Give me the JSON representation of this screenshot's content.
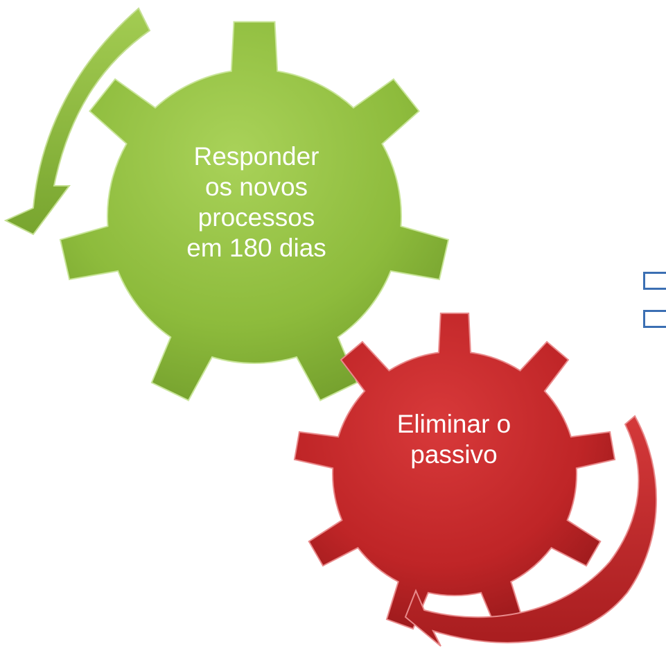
{
  "diagram": {
    "gears": [
      {
        "id": "green",
        "label_lines": [
          "Responder",
          "os novos",
          "processos",
          "em 180 dias"
        ],
        "color": "#8dbb3c"
      },
      {
        "id": "red",
        "label_lines": [
          "Eliminar o",
          "passivo"
        ],
        "color": "#c0282b"
      }
    ],
    "arrows": [
      {
        "id": "green-arrow",
        "color": "#8dbb3c",
        "direction": "counter-clockwise"
      },
      {
        "id": "red-arrow",
        "color": "#c0282b",
        "direction": "clockwise"
      }
    ]
  }
}
